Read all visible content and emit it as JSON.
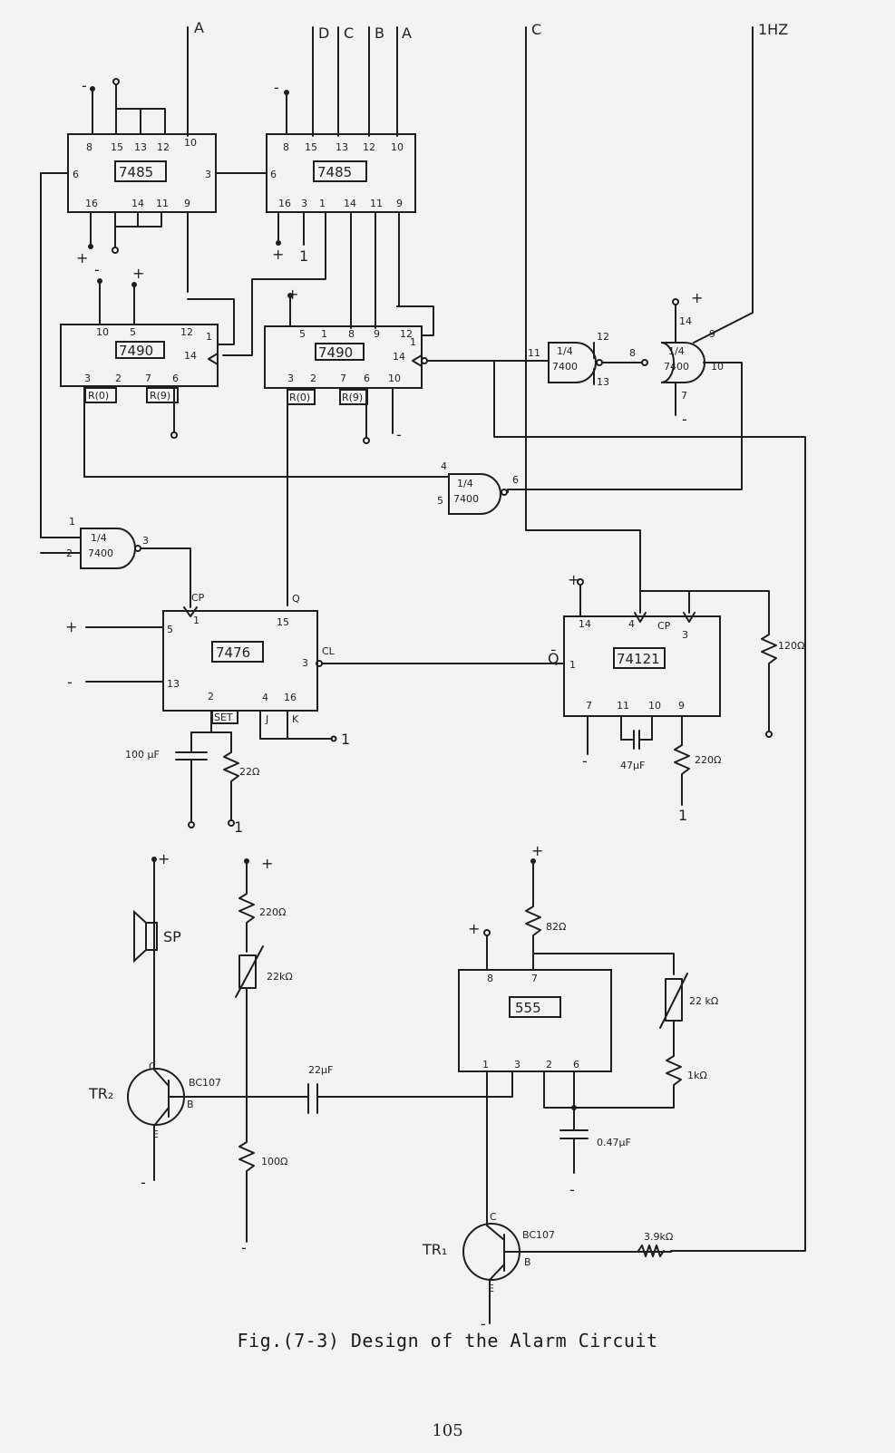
{
  "caption": "Fig.(7-3) Design of the Alarm Circuit",
  "page_number": "105",
  "ic_labels": {
    "cmp1": "7485",
    "cmp2": "7485",
    "cnt1": "7490",
    "cnt2": "7490",
    "jk": "7476",
    "mono": "74121",
    "timer": "555"
  },
  "gate_labels": {
    "g_left": [
      "1/4",
      "7400"
    ],
    "g_mid": [
      "1/4",
      "7400"
    ],
    "g_right1": [
      "1/4",
      "7400"
    ],
    "g_right2": [
      "1/4",
      "7400"
    ]
  },
  "signal_labels": {
    "top_a1": "A",
    "top_d": "D",
    "top_c": "C",
    "top_b": "B",
    "top_a2": "A",
    "top_c2": "C",
    "top_1hz": "1HZ"
  },
  "component_labels": {
    "cap_100uf": "100 μF",
    "res_22": "22Ω",
    "cap_47uf": "47μF",
    "res_220_mono": "220Ω",
    "res_120": "120Ω",
    "speaker": "SP",
    "tr2": "TR₂",
    "tr2_type": "BC107",
    "res_220_tr2": "220Ω",
    "pot_22k": "22kΩ",
    "res_100": "100Ω",
    "cap_22uf": "22μF",
    "res_82": "82Ω",
    "pot_22k_555": "22 kΩ",
    "res_1k": "1kΩ",
    "cap_047uf": "0.47μF",
    "tr1": "TR₁",
    "tr1_type": "BC107",
    "res_39k": "3.9kΩ"
  },
  "pin_text": {
    "jk_cp": "CP",
    "jk_q": "Q",
    "jk_cl": "CL",
    "jk_set": "SET",
    "jk_j": "J",
    "jk_k": "K",
    "mono_cp": "CP",
    "mono_qbar": "Q̄",
    "r0": "R(0)",
    "r9": "R(9)"
  }
}
